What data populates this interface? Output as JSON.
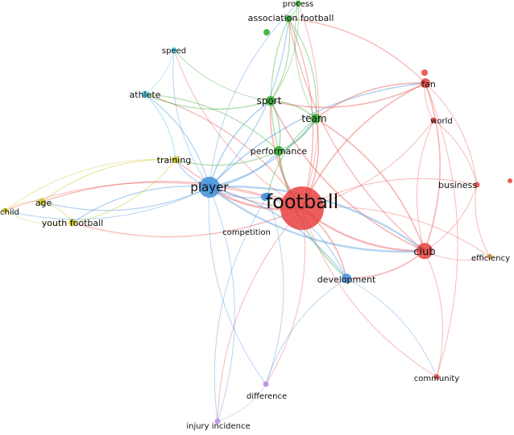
{
  "colors": {
    "red": "#e8423f",
    "green": "#2faa2a",
    "blue": "#3d8fdb",
    "cyan": "#44c9e6",
    "yellow": "#c9c21a",
    "purple": "#b98ae0",
    "orange": "#e2a23c"
  },
  "nodes": [
    {
      "id": "football",
      "label": "football",
      "cluster": "red",
      "weight": 10
    },
    {
      "id": "fan",
      "label": "fan",
      "cluster": "red",
      "weight": 3
    },
    {
      "id": "world",
      "label": "world",
      "cluster": "red",
      "weight": 1
    },
    {
      "id": "business",
      "label": "business",
      "cluster": "red",
      "weight": 1
    },
    {
      "id": "club",
      "label": "club",
      "cluster": "red",
      "weight": 5
    },
    {
      "id": "community",
      "label": "community",
      "cluster": "red",
      "weight": 1
    },
    {
      "id": "player",
      "label": "player",
      "cluster": "blue",
      "weight": 6
    },
    {
      "id": "development",
      "label": "development",
      "cluster": "blue",
      "weight": 3
    },
    {
      "id": "competition",
      "label": "competition",
      "cluster": "blue",
      "weight": 2
    },
    {
      "id": "process",
      "label": "process",
      "cluster": "green",
      "weight": 1
    },
    {
      "id": "association-football",
      "label": "association football",
      "cluster": "green",
      "weight": 2
    },
    {
      "id": "sport",
      "label": "sport",
      "cluster": "green",
      "weight": 3
    },
    {
      "id": "team",
      "label": "team",
      "cluster": "green",
      "weight": 3
    },
    {
      "id": "performance",
      "label": "performance",
      "cluster": "green",
      "weight": 3
    },
    {
      "id": "speed",
      "label": "speed",
      "cluster": "cyan",
      "weight": 1
    },
    {
      "id": "athlete",
      "label": "athlete",
      "cluster": "cyan",
      "weight": 2
    },
    {
      "id": "training",
      "label": "training",
      "cluster": "yellow",
      "weight": 2
    },
    {
      "id": "age",
      "label": "age",
      "cluster": "yellow",
      "weight": 2
    },
    {
      "id": "child",
      "label": "child",
      "cluster": "yellow",
      "weight": 1
    },
    {
      "id": "youth-football",
      "label": "youth football",
      "cluster": "yellow",
      "weight": 2
    },
    {
      "id": "efficiency",
      "label": "efficiency",
      "cluster": "orange",
      "weight": 1
    },
    {
      "id": "difference",
      "label": "difference",
      "cluster": "purple",
      "weight": 1
    },
    {
      "id": "injury-incidence",
      "label": "injury incidence",
      "cluster": "purple",
      "weight": 1
    }
  ],
  "edges": [
    [
      "football",
      "fan"
    ],
    [
      "football",
      "club"
    ],
    [
      "football",
      "player"
    ],
    [
      "football",
      "world"
    ],
    [
      "football",
      "business"
    ],
    [
      "football",
      "community"
    ],
    [
      "football",
      "development"
    ],
    [
      "football",
      "competition"
    ],
    [
      "football",
      "sport"
    ],
    [
      "football",
      "team"
    ],
    [
      "football",
      "performance"
    ],
    [
      "football",
      "association-football"
    ],
    [
      "football",
      "training"
    ],
    [
      "football",
      "age"
    ],
    [
      "football",
      "youth-football"
    ],
    [
      "football",
      "child"
    ],
    [
      "football",
      "difference"
    ],
    [
      "football",
      "injury-incidence"
    ],
    [
      "football",
      "efficiency"
    ],
    [
      "football",
      "athlete"
    ],
    [
      "football",
      "speed"
    ],
    [
      "football",
      "process"
    ],
    [
      "player",
      "training"
    ],
    [
      "player",
      "athlete"
    ],
    [
      "player",
      "speed"
    ],
    [
      "player",
      "performance"
    ],
    [
      "player",
      "sport"
    ],
    [
      "player",
      "team"
    ],
    [
      "player",
      "development"
    ],
    [
      "player",
      "competition"
    ],
    [
      "player",
      "age"
    ],
    [
      "player",
      "youth-football"
    ],
    [
      "player",
      "child"
    ],
    [
      "player",
      "club"
    ],
    [
      "player",
      "fan"
    ],
    [
      "player",
      "difference"
    ],
    [
      "player",
      "injury-incidence"
    ],
    [
      "player",
      "association-football"
    ],
    [
      "player",
      "process"
    ],
    [
      "club",
      "fan"
    ],
    [
      "club",
      "world"
    ],
    [
      "club",
      "business"
    ],
    [
      "club",
      "community"
    ],
    [
      "club",
      "efficiency"
    ],
    [
      "club",
      "development"
    ],
    [
      "club",
      "team"
    ],
    [
      "club",
      "sport"
    ],
    [
      "club",
      "player"
    ],
    [
      "club",
      "association-football"
    ],
    [
      "fan",
      "world"
    ],
    [
      "fan",
      "business"
    ],
    [
      "fan",
      "team"
    ],
    [
      "fan",
      "sport"
    ],
    [
      "fan",
      "association-football"
    ],
    [
      "fan",
      "community"
    ],
    [
      "team",
      "sport"
    ],
    [
      "team",
      "performance"
    ],
    [
      "team",
      "association-football"
    ],
    [
      "team",
      "process"
    ],
    [
      "team",
      "competition"
    ],
    [
      "sport",
      "performance"
    ],
    [
      "sport",
      "association-football"
    ],
    [
      "sport",
      "athlete"
    ],
    [
      "sport",
      "process"
    ],
    [
      "sport",
      "speed"
    ],
    [
      "performance",
      "athlete"
    ],
    [
      "performance",
      "training"
    ],
    [
      "performance",
      "development"
    ],
    [
      "performance",
      "association-football"
    ],
    [
      "athlete",
      "speed"
    ],
    [
      "athlete",
      "training"
    ],
    [
      "training",
      "age"
    ],
    [
      "training",
      "youth-football"
    ],
    [
      "training",
      "child"
    ],
    [
      "age",
      "youth-football"
    ],
    [
      "age",
      "child"
    ],
    [
      "youth-football",
      "child"
    ],
    [
      "development",
      "competition"
    ],
    [
      "development",
      "community"
    ],
    [
      "development",
      "difference"
    ],
    [
      "competition",
      "difference"
    ],
    [
      "competition",
      "injury-incidence"
    ],
    [
      "difference",
      "injury-incidence"
    ],
    [
      "business",
      "efficiency"
    ],
    [
      "world",
      "business"
    ],
    [
      "association-football",
      "process"
    ]
  ]
}
